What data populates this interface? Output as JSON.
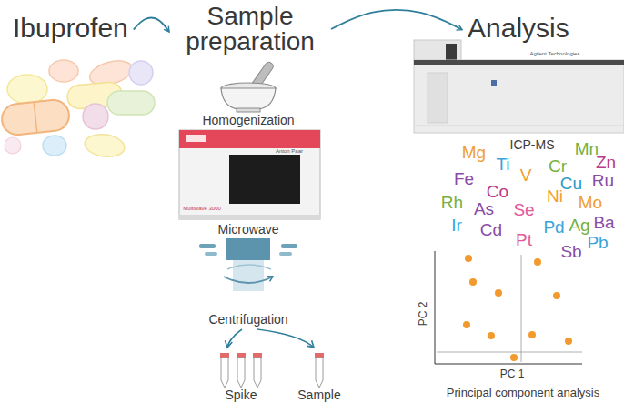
{
  "diagram": {
    "nodes": [
      {
        "text": [
          "Ibuprofen"
        ]
      },
      {
        "text": [
          "Sample preparation"
        ]
      },
      {
        "text": [
          "Analysis"
        ]
      }
    ],
    "edges": [
      {
        "from": 0,
        "to": 1,
        "arrow": "to"
      },
      {
        "from": 1,
        "to": 2,
        "arrow": "to"
      }
    ],
    "labels": [
      "Homogenization",
      "Multiwave 3000",
      "Anton Paar",
      "Microwave",
      "Centrifugation",
      "Spike",
      "Sample",
      "Agilent Technologies",
      "ICP-MS",
      "Mg",
      "Ti",
      "Mn",
      "Zn",
      "Fe",
      "V",
      "Co",
      "Cr",
      "Cu",
      "Ru",
      "Rh",
      "As",
      "Se",
      "Ni",
      "Mo",
      "Ba",
      "Ir",
      "Cd",
      "Pt",
      "Pd",
      "Ag",
      "Pb",
      "Sb",
      "PC 2",
      "PC 1",
      "Principal component analysis"
    ]
  }
}
